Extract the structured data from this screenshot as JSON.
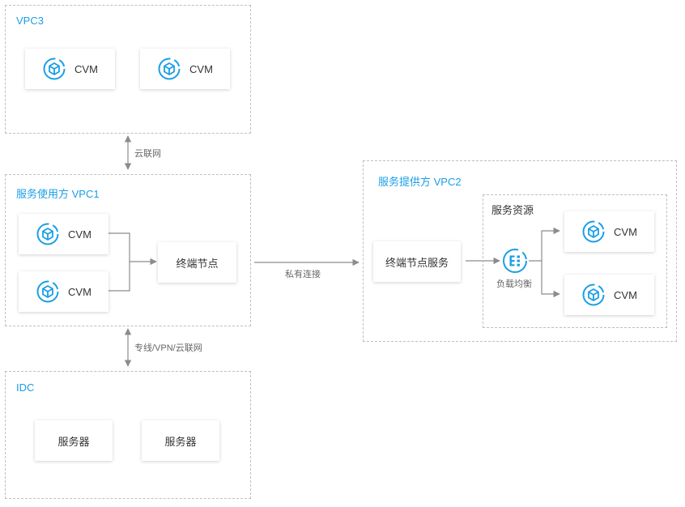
{
  "colors": {
    "accent": "#1a9ee6",
    "border": "#bfbfbf",
    "connector": "#8c8c8c"
  },
  "vpc3": {
    "title": "VPC3",
    "nodes": [
      "CVM",
      "CVM"
    ]
  },
  "vpc1": {
    "title": "服务使用方 VPC1",
    "nodes": [
      "CVM",
      "CVM"
    ],
    "endpoint": "终端节点"
  },
  "vpc2": {
    "title": "服务提供方 VPC2",
    "endpoint_service": "终端节点服务",
    "resources": {
      "title": "服务资源",
      "lb_label": "负载均衡",
      "nodes": [
        "CVM",
        "CVM"
      ]
    }
  },
  "idc": {
    "title": "IDC",
    "nodes": [
      "服务器",
      "服务器"
    ]
  },
  "edges": {
    "vpc3_vpc1": "云联网",
    "vpc1_idc": "专线/VPN/云联网",
    "private_link": "私有连接"
  }
}
